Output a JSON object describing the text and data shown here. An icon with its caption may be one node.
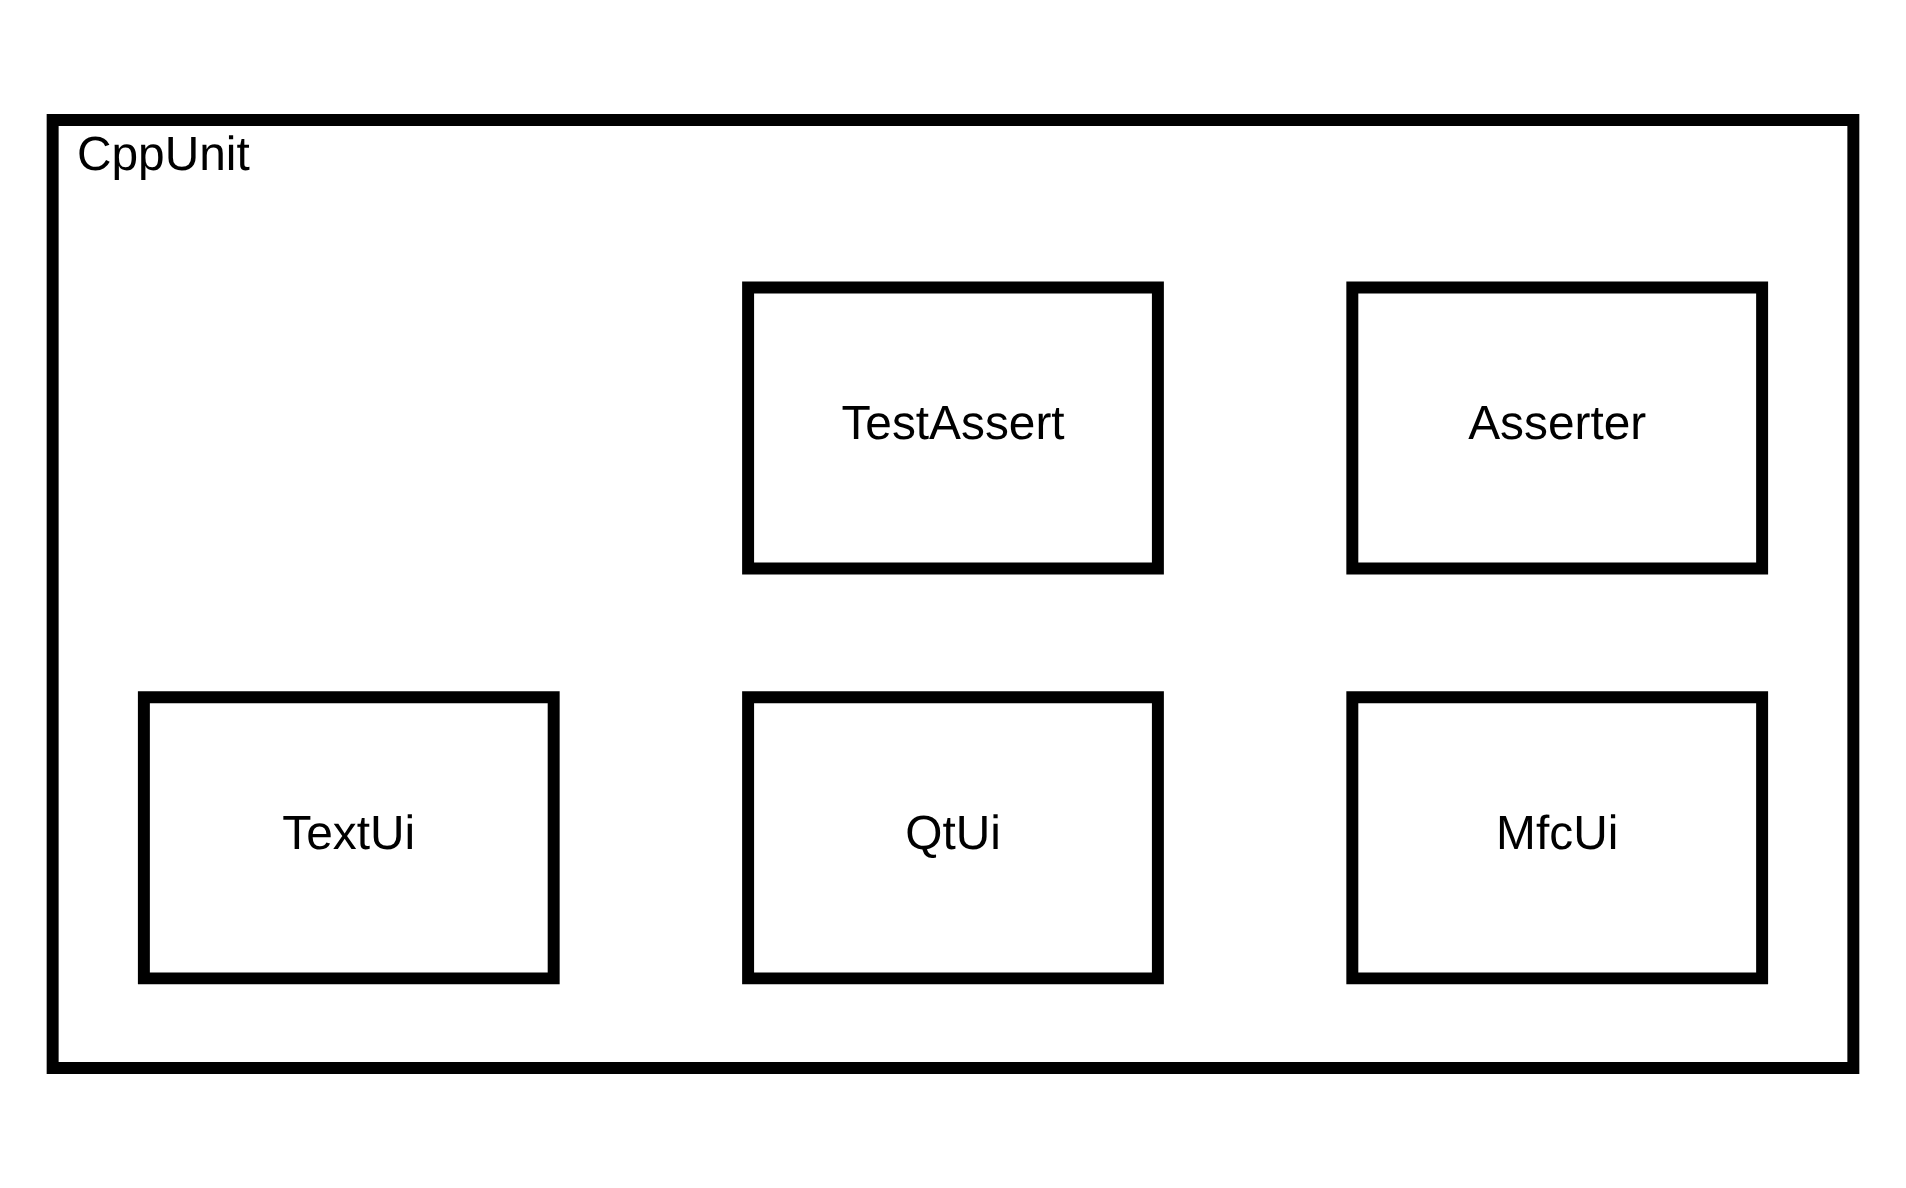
{
  "diagram": {
    "nodes": [
      {
        "text": [
          "CppUnit"
        ]
      },
      {
        "text": [
          "Asserter"
        ],
        "in": 0
      },
      {
        "text": [
          "TestAssert"
        ],
        "in": 0
      },
      {
        "text": [
          "TextUi"
        ],
        "in": 0
      },
      {
        "text": [
          "MfcUi"
        ],
        "in": 0
      },
      {
        "text": [
          "QtUi"
        ],
        "in": 0
      }
    ]
  }
}
